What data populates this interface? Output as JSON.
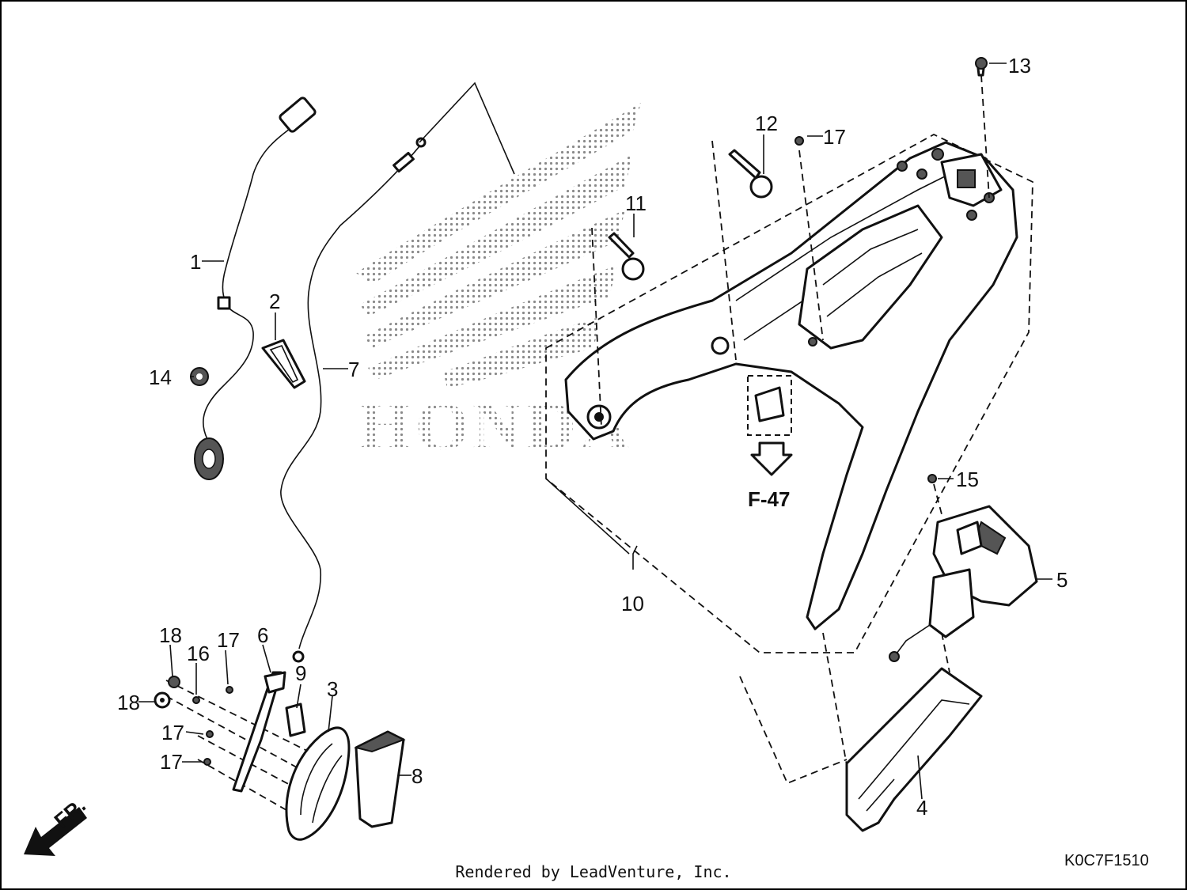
{
  "callouts": {
    "c1": "1",
    "c2": "2",
    "c3": "3",
    "c4": "4",
    "c5": "5",
    "c6": "6",
    "c7": "7",
    "c8": "8",
    "c9": "9",
    "c10": "10",
    "c11": "11",
    "c12": "12",
    "c13": "13",
    "c14": "14",
    "c15": "15",
    "c16": "16",
    "c17a": "17",
    "c17b": "17",
    "c17c": "17",
    "c17d": "17",
    "c18a": "18",
    "c18b": "18"
  },
  "reference": "F-47",
  "direction_label": "FR.",
  "watermark_text": "HONDA",
  "part_code": "K0C7F1510",
  "credit": "Rendered by LeadVenture, Inc."
}
